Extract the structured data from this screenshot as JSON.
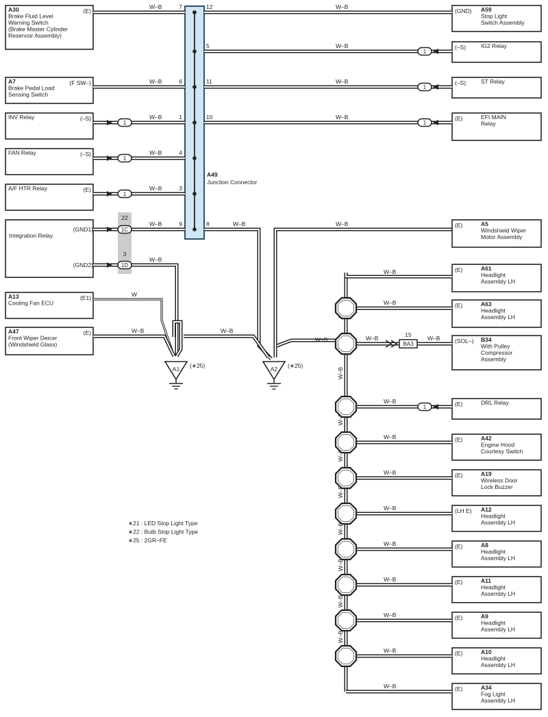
{
  "wire_color": "#222222",
  "junction_fill": "#cfe6f3",
  "junction_stroke": "#1a3d5c",
  "shade": "#cccccc",
  "junction": {
    "id": "A49",
    "name": "Junction Connector"
  },
  "left": [
    {
      "id": "A30",
      "lines": [
        "Brake Fluid Level",
        "Warning Switch",
        "(Brake Master Cylinder",
        "Reservoir Assembly)"
      ],
      "pin": "(E)",
      "wire": "W–B",
      "jpin": "7",
      "via": ""
    },
    {
      "id": "A7",
      "lines": [
        "Brake Pedal Load",
        "Sensing Switch"
      ],
      "pin": "(F SW–)",
      "wire": "W–B",
      "jpin": "6",
      "via": ""
    },
    {
      "id": "",
      "lines": [
        "INV Relay"
      ],
      "pin": "(–S)",
      "wire": "W–B",
      "jpin": "1",
      "via": "1"
    },
    {
      "id": "",
      "lines": [
        "FAN Relay"
      ],
      "pin": "(–S)",
      "wire": "W–B",
      "jpin": "4",
      "via": "1"
    },
    {
      "id": "",
      "lines": [
        "A/F HTR Relay"
      ],
      "pin": "(E)",
      "wire": "W–B",
      "jpin": "3",
      "via": "1"
    }
  ],
  "integration": {
    "name": "Integration Relay",
    "pins": [
      {
        "pin": "(GND1)",
        "num": "22",
        "conn": "1C",
        "wire": "W–B",
        "jpin": "9"
      },
      {
        "pin": "(GND2)",
        "num": "3",
        "conn": "1D",
        "wire": "W–B"
      }
    ]
  },
  "a13": {
    "id": "A13",
    "lines": [
      "Cooling Fan ECU"
    ],
    "pin": "(E1)",
    "wire": "W"
  },
  "a47": {
    "id": "A47",
    "lines": [
      "Front Wiper Deicer",
      "(Windshield Glass)"
    ],
    "pin": "(E)",
    "wire": "W–B"
  },
  "grounds": [
    {
      "id": "A1",
      "note": "(∗25)"
    },
    {
      "id": "A2",
      "note": "(∗25)"
    }
  ],
  "ground_wire": "W–B",
  "right_top": [
    {
      "id": "A59",
      "lines": [
        "Stop Light",
        "Switch Assembly"
      ],
      "pin": "(GND)",
      "wire": "W–B",
      "jpin": "12",
      "via": ""
    },
    {
      "id": "",
      "lines": [
        "IG2 Relay"
      ],
      "pin": "(–S)",
      "wire": "W–B",
      "jpin": "5",
      "via": "1"
    },
    {
      "id": "",
      "lines": [
        "ST Relay"
      ],
      "pin": "(–S)",
      "wire": "W–B",
      "jpin": "11",
      "via": "1"
    },
    {
      "id": "",
      "lines": [
        "EFI MAIN",
        "Relay"
      ],
      "pin": "(E)",
      "wire": "W–B",
      "jpin": "10",
      "via": "1"
    }
  ],
  "a5": {
    "id": "A5",
    "lines": [
      "Windshield Wiper",
      "Motor Assembly"
    ],
    "pin": "(E)",
    "wire": "W–B",
    "jpin": "8",
    "wire2": "W–B"
  },
  "bus": [
    {
      "id": "A61",
      "lines": [
        "Headlight",
        "Assembly LH"
      ],
      "pin": "(E)",
      "wire": "W–B"
    },
    {
      "id": "A63",
      "lines": [
        "Headlight",
        "Assembly LH"
      ],
      "pin": "(E)",
      "wire": "W–B"
    },
    {
      "id": "B34",
      "lines": [
        "With Pulley",
        "Compressor",
        "Assembly"
      ],
      "pin": "(SOL–)",
      "wire": "W–B",
      "wire2": "W–B",
      "conn": "BA3",
      "num": "15"
    },
    {
      "id": "",
      "lines": [
        "DRL Relay"
      ],
      "pin": "(E)",
      "wire": "W–B",
      "via": "1"
    },
    {
      "id": "A42",
      "lines": [
        "Engine Hood",
        "Courtesy Switch"
      ],
      "pin": "(E)",
      "wire": "W–B"
    },
    {
      "id": "A19",
      "lines": [
        "Wireless Door",
        "Lock Buzzer"
      ],
      "pin": "(E)",
      "wire": "W–B"
    },
    {
      "id": "A12",
      "lines": [
        "Headlight",
        "Assembly LH"
      ],
      "pin": "(LH E)",
      "wire": "W–B"
    },
    {
      "id": "A8",
      "lines": [
        "Headlight",
        "Assembly LH"
      ],
      "pin": "(E)",
      "wire": "W–B"
    },
    {
      "id": "A11",
      "lines": [
        "Headlight",
        "Assembly LH"
      ],
      "pin": "(E)",
      "wire": "W–B"
    },
    {
      "id": "A9",
      "lines": [
        "Headlight",
        "Assembly LH"
      ],
      "pin": "(E)",
      "wire": "W–B"
    },
    {
      "id": "A10",
      "lines": [
        "Headlight",
        "Assembly LH"
      ],
      "pin": "(E)",
      "wire": "W–B"
    },
    {
      "id": "A34",
      "lines": [
        "Fog Light",
        "Assembly LH"
      ],
      "pin": "(E)",
      "wire": "W–B"
    }
  ],
  "trunk_wire": "W–B",
  "notes": [
    "∗21 : LED Stop Light Type",
    "∗22 : Bulb Stop Light Type",
    "∗25 : 2GR–FE"
  ]
}
